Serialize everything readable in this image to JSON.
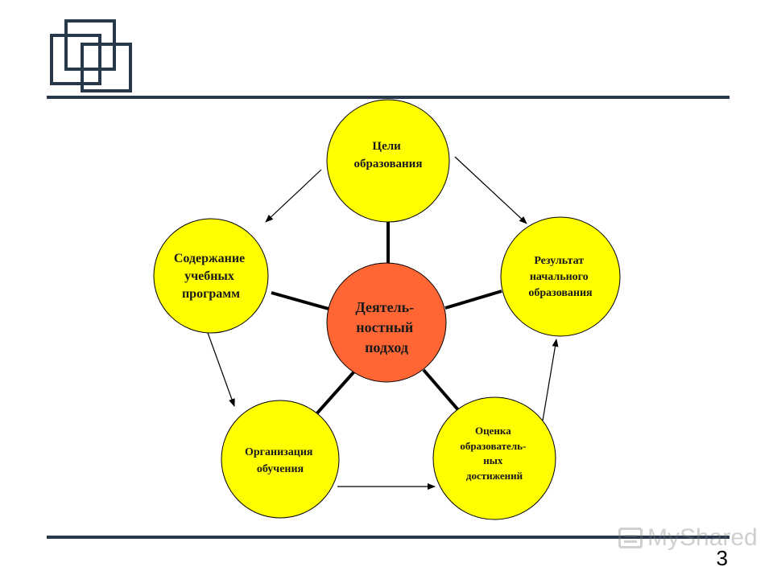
{
  "colors": {
    "frame": "#26384a",
    "node_fill": "#ffff00",
    "center_fill": "#ff6633",
    "stroke": "#000000"
  },
  "diagram": {
    "center": {
      "label_lines": [
        "Деятель-",
        "ностный",
        "подход"
      ]
    },
    "nodes": [
      {
        "id": "goals",
        "label_lines": [
          "Цели",
          "образования"
        ]
      },
      {
        "id": "result",
        "label_lines": [
          "Результат",
          "начального",
          "образования"
        ]
      },
      {
        "id": "assessment",
        "label_lines": [
          "Оценка",
          "образователь-",
          "ных",
          "достижений"
        ]
      },
      {
        "id": "organization",
        "label_lines": [
          "Организация",
          "обучения"
        ]
      },
      {
        "id": "content",
        "label_lines": [
          "Содержание",
          "учебных",
          "программ"
        ]
      }
    ],
    "cycle_arrows": [
      {
        "from": "goals",
        "to": "result"
      },
      {
        "from": "assessment",
        "to": "result"
      },
      {
        "from": "organization",
        "to": "assessment"
      },
      {
        "from": "content",
        "to": "organization"
      },
      {
        "from": "goals",
        "to": "content"
      }
    ]
  },
  "footer": {
    "page_number": "3",
    "watermark": "MyShared"
  },
  "icons": {
    "logo": "overlapping-squares-icon",
    "watermark": "projector-icon"
  }
}
